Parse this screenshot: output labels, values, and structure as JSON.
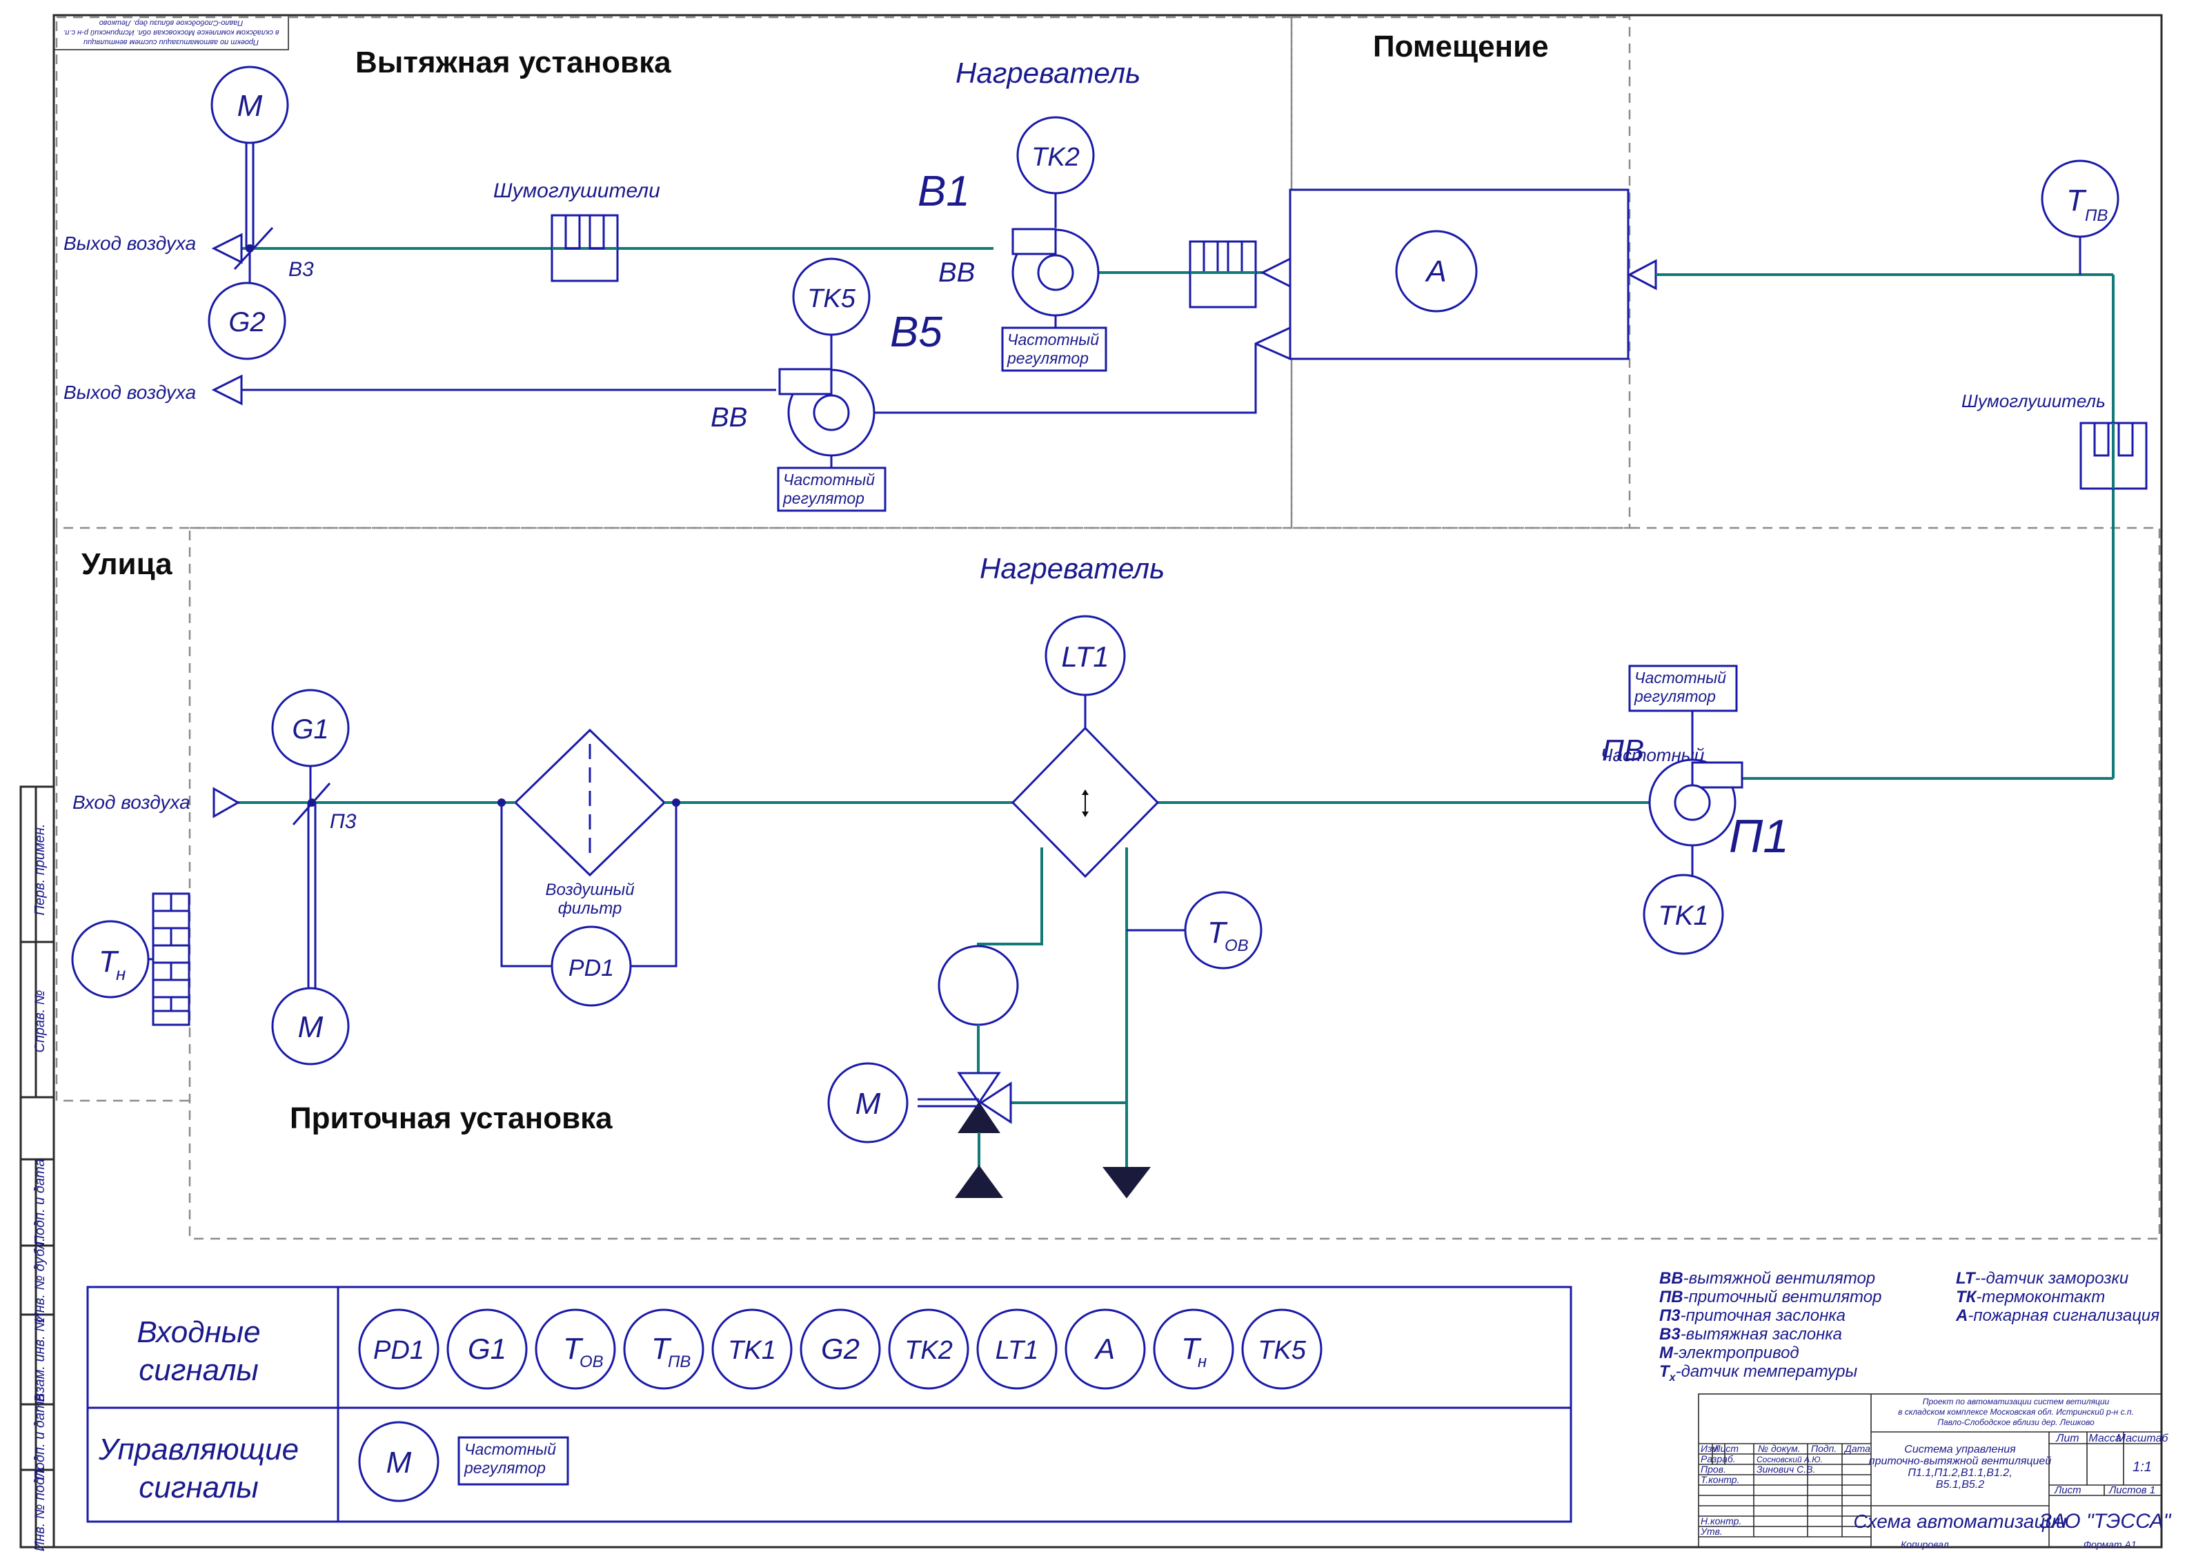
{
  "sections": {
    "exhaust": "Вытяжная установка",
    "room": "Помещение",
    "street": "Улица",
    "supply": "Приточная установка"
  },
  "captions": {
    "heater_top": "Нагреватель",
    "heater_bottom": "Нагреватель",
    "silencers": "Шумоглушители",
    "silencer": "Шумоглушитель",
    "air_out_1": "Выход воздуха",
    "air_out_2": "Выход воздуха",
    "air_in": "Вход воздуха",
    "air_filter_1": "Воздушный",
    "air_filter_2": "фильтр",
    "freq_reg_1": "Частотный",
    "freq_reg_2": "регулятор"
  },
  "labels": {
    "b1": "B1",
    "b5": "B5",
    "p1": "П1",
    "bb": "ВВ",
    "pv": "ПВ",
    "v3": "В3",
    "p3": "П3"
  },
  "instruments": {
    "m": "M",
    "g1": "G1",
    "g2": "G2",
    "tk1": "TK1",
    "tk2": "TK2",
    "tk5": "TK5",
    "lt1": "LT1",
    "pd1": "PD1",
    "a": "A",
    "t": "T",
    "sub_pv": "ПВ",
    "sub_ov": "ОВ",
    "sub_n": "н"
  },
  "signals": {
    "input_line1": "Входные",
    "input_line2": "сигналы",
    "control_line1": "Управляющие",
    "control_line2": "сигналы",
    "input_items": [
      "PD1",
      "G1",
      "T",
      "T",
      "TK1",
      "G2",
      "TK2",
      "LT1",
      "A",
      "T",
      "TK5"
    ],
    "input_subs": [
      "",
      "",
      "ОВ",
      "ПВ",
      "",
      "",
      "",
      "",
      "",
      "н",
      ""
    ],
    "control_m": "M"
  },
  "legend": {
    "left": [
      {
        "code": "ВВ",
        "text": "-вытяжной вентилятор"
      },
      {
        "code": "ПВ",
        "text": "-приточный вентилятор"
      },
      {
        "code": "П3",
        "text": "-приточная заслонка"
      },
      {
        "code": "В3",
        "text": "-вытяжная заслонка"
      },
      {
        "code": "М",
        "text": "-электропривод"
      },
      {
        "code": "Т",
        "sub": "x",
        "text": "-датчик температуры"
      }
    ],
    "right": [
      {
        "code": "LT",
        "text": "--датчик заморозки"
      },
      {
        "code": "ТК",
        "text": "-термоконтакт"
      },
      {
        "code": "А",
        "text": "-пожарная сигнализация"
      }
    ]
  },
  "title_block": {
    "project_1": "Проект по автоматизации систем ветиляции",
    "project_2": "в складском комплексе Московская обл. Истринский р-н с.п.",
    "project_3": "Павло-Слободское вблизи дер. Лешково",
    "system_1": "Система управления",
    "system_2": "приточно-вытяжной вентиляцией",
    "system_3": "П1.1,П1.2,В1.1,В1.2,",
    "system_4": "В5.1,В5.2",
    "scheme": "Схема автоматизации",
    "company": "ЗАО \"ТЭССА\"",
    "scale": "1:1",
    "col_lit": "Лит",
    "col_mass": "Масса",
    "col_scale": "Масштаб",
    "row_sheet": "Лист",
    "row_sheets": "Листов  1",
    "izm": "Изм",
    "list": "Лист",
    "ndokum": "№ докум.",
    "podp": "Подп.",
    "data": "Дата",
    "razrab": "Разраб.",
    "razrab_name": "Сосновский А.Ю.",
    "prov": "Пров.",
    "prov_name": "Зинович С.В.",
    "tkontr": "Т.контр.",
    "nkontr": "Н.контр.",
    "utv": "Утв.",
    "copied": "Копировал",
    "format": "Формат  А1"
  },
  "stamp_rotated": {
    "line1": "Проект по автоматизации систем вентиляции",
    "line2": "в складском комплексе Московская обл. Истринский р-н с.п.",
    "line3": "Павло-Слободское вблизи дер. Лешково"
  },
  "side_labels": {
    "perv": "Перв. примен.",
    "sprav": "Справ. №",
    "podp_data_1": "Подп. и дата",
    "inv_dubl": "Инв. № дубл.",
    "vzam_inv": "Взам. инв. №",
    "podp_data_2": "Подп. и дата",
    "inv_podl": "Инв. № подл."
  },
  "colors": {
    "line_blue": "#1a1aa8",
    "pipe_teal": "#127a78",
    "dashed_gray": "#8a8a8a"
  }
}
